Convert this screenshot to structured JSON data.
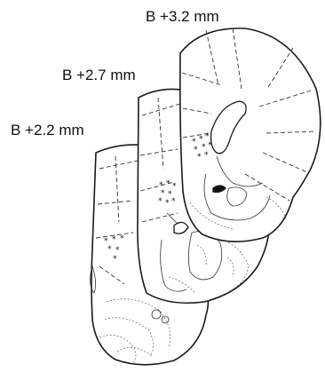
{
  "sections": [
    {
      "label": "B +2.2 mm"
    },
    {
      "label": "B +2.7 mm"
    },
    {
      "label": "B +3.2 mm"
    }
  ],
  "colors": {
    "line": "#1a1a1a",
    "background": "#ffffff"
  },
  "marker_glyph": "*"
}
